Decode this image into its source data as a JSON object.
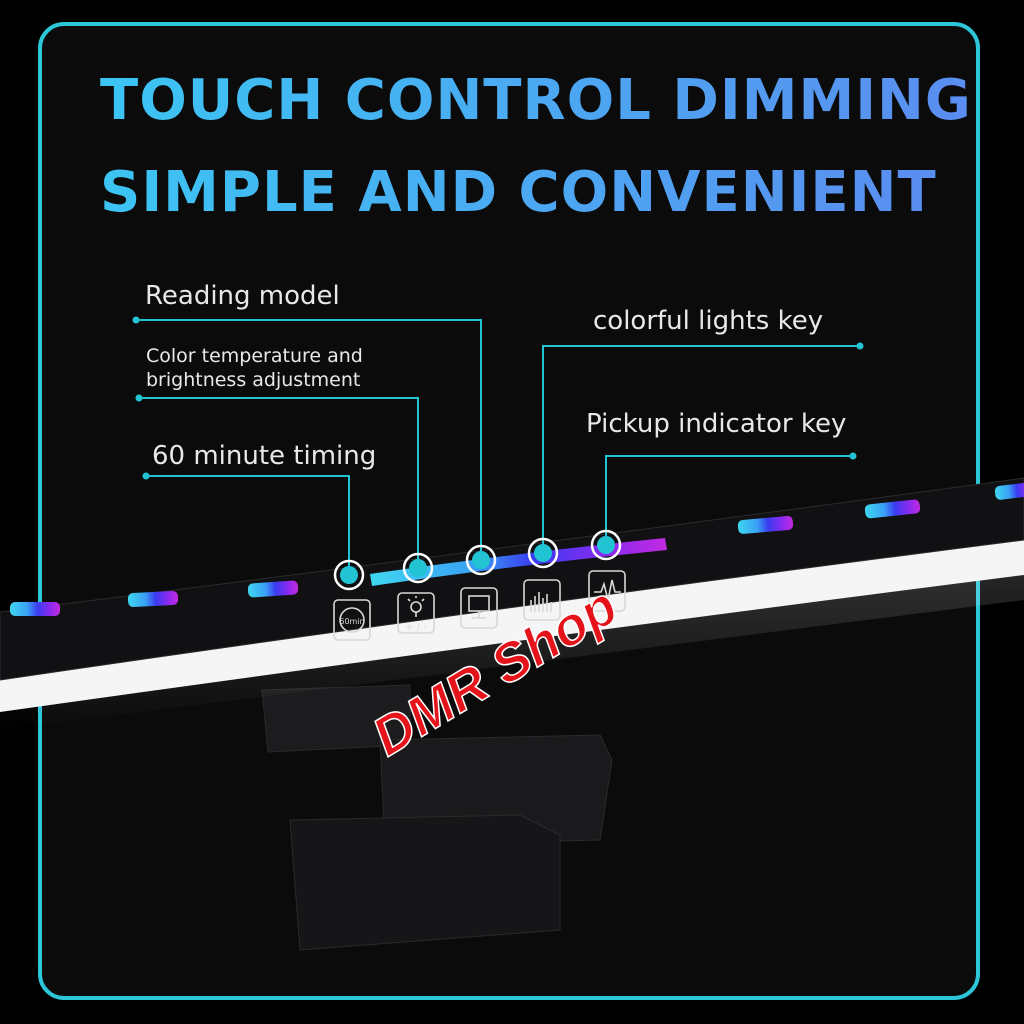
{
  "headline": {
    "line1": "TOUCH CONTROL DIMMING",
    "line2": "SIMPLE AND CONVENIENT"
  },
  "callouts": {
    "reading": "Reading model",
    "color_temp_line1": "Color temperature and",
    "color_temp_line2": "brightness adjustment",
    "timing": "60 minute timing",
    "colorful": "colorful lights key",
    "pickup": "Pickup indicator key"
  },
  "icons": [
    "timer-60min-icon",
    "bulb-brightness-icon",
    "monitor-icon",
    "equalizer-icon",
    "pulse-icon"
  ],
  "timer_icon_text": "60min",
  "brightness_icon_text": "+ / -",
  "watermark": "DMR Shop",
  "colors": {
    "frame": "#2cc6d8",
    "accent_cyan": "#22c4d4",
    "title_start": "#3cc5f3",
    "title_end": "#5a8df0",
    "watermark": "#e5141b"
  }
}
